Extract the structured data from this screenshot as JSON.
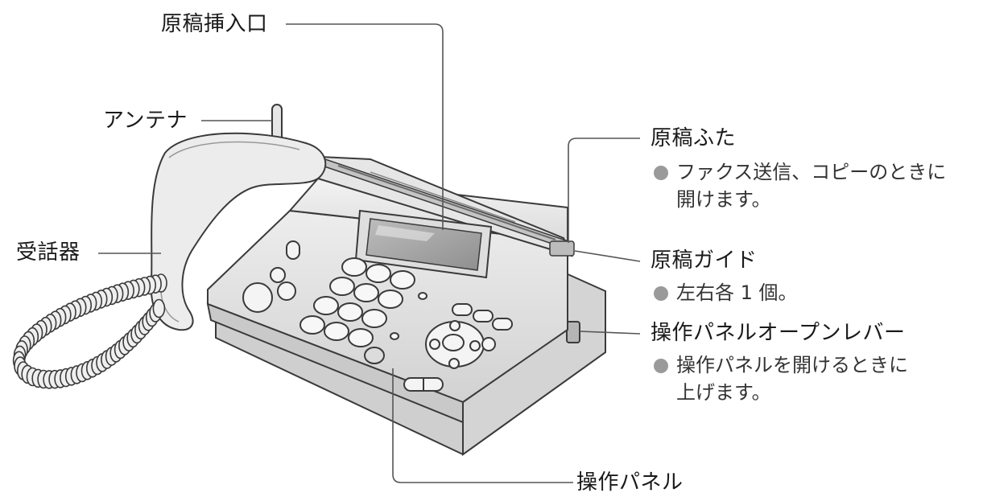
{
  "labels": {
    "doc_insert": "原稿挿入口",
    "antenna": "アンテナ",
    "handset": "受話器",
    "doc_cover": "原稿ふた",
    "doc_cover_note_1": "ファクス送信、コピーのときに",
    "doc_cover_note_2": "開けます。",
    "doc_guide": "原稿ガイド",
    "doc_guide_note": "左右各 1 個。",
    "panel_lever": "操作パネルオープンレバー",
    "panel_lever_note_1": "操作パネルを開けるときに",
    "panel_lever_note_2": "上げます。",
    "control_panel": "操作パネル"
  },
  "colors": {
    "line": "#555555",
    "outline": "#3a3a3a",
    "body_fill": "#ececec",
    "body_shade": "#d6d6d6",
    "bullet": "#9a9a9a"
  }
}
